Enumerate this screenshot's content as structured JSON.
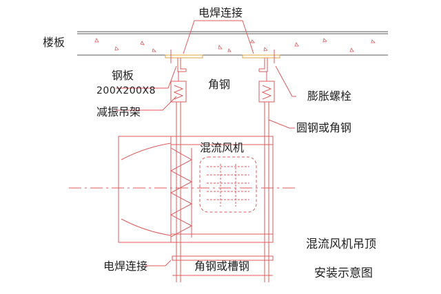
{
  "labels": {
    "weld_top": "电焊连接",
    "floor_slab": "楼板",
    "steel_plate": "钢板",
    "plate_size": "200X200X8",
    "angle_steel": "角钢",
    "expansion_bolt": "膨胀螺栓",
    "vibration_hanger": "减振吊架",
    "rod": "圆钢或角钢",
    "fan": "混流风机",
    "weld_bottom": "电焊连接",
    "bottom_beam": "角钢或槽钢",
    "title_line1": "混流风机吊顶",
    "title_line2": "安装示意图"
  },
  "colors": {
    "drawing_line": "#e05a5a",
    "slab_line": "#555555",
    "weld_plate": "#e0a040",
    "text": "#222222"
  }
}
